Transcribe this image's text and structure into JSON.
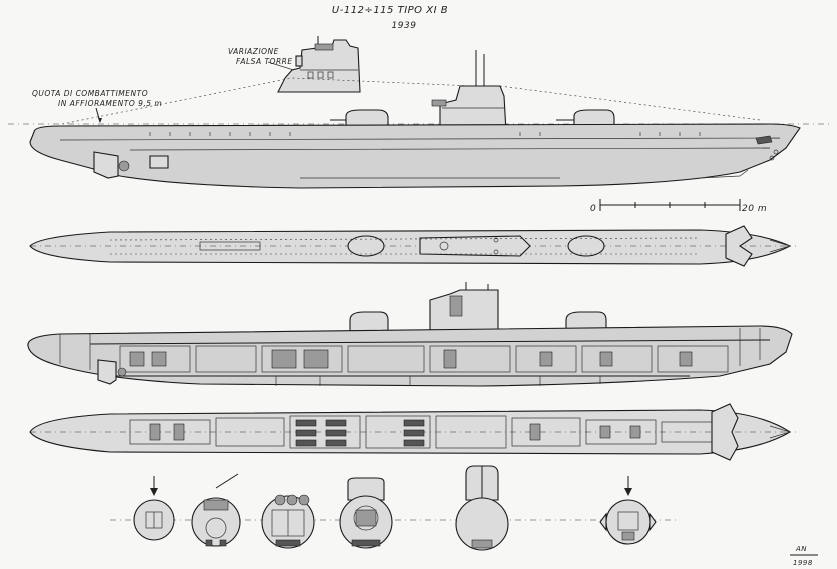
{
  "header": {
    "title": "U-112÷115 TIPO XI B",
    "year": "1939"
  },
  "annotations": {
    "tower_variant_line1": "VARIAZIONE",
    "tower_variant_line2": "FALSA TORRE",
    "waterline_line1": "QUOTA DI COMBATTIMENTO",
    "waterline_line2": "IN AFFIORAMENTO 9,5 m"
  },
  "scale_bar": {
    "start_label": "0",
    "end_label": "20 m"
  },
  "signature": {
    "initials": "AN",
    "year": "1998"
  }
}
